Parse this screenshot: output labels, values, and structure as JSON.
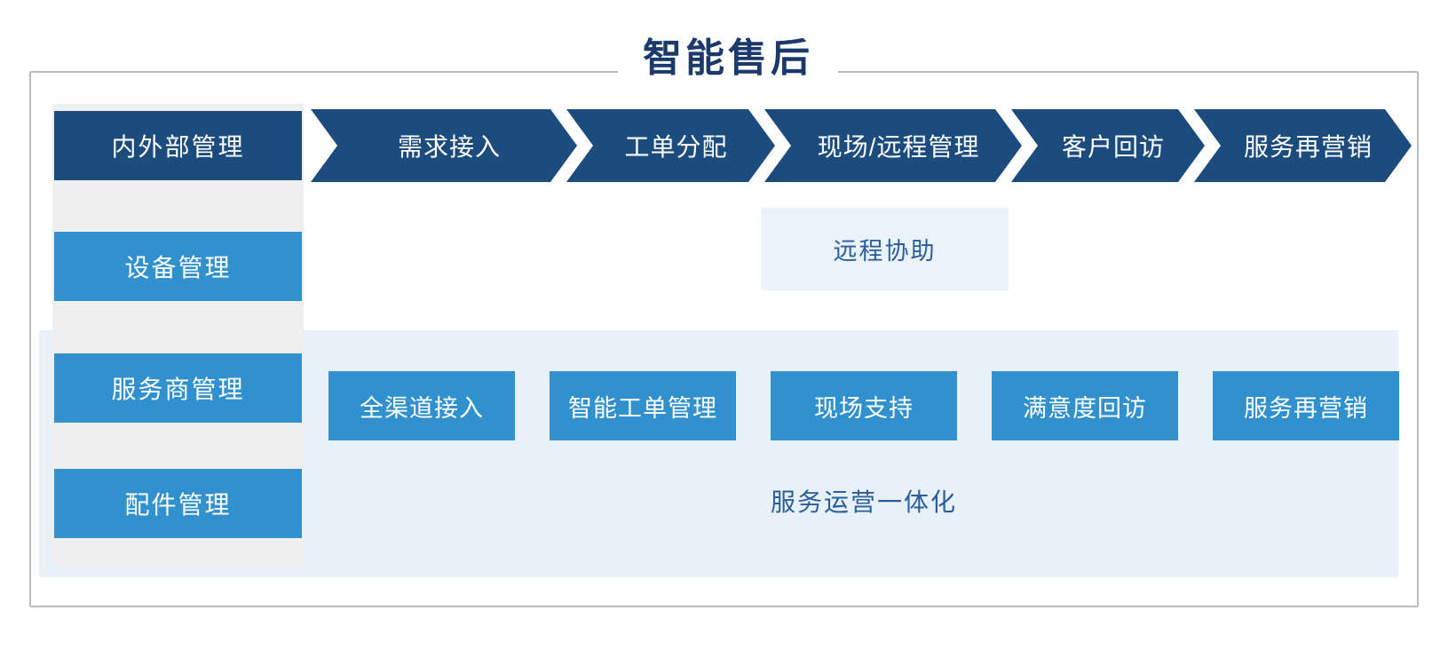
{
  "title": "智能售后",
  "sidebar": {
    "items": [
      {
        "label": "内外部管理",
        "variant": "dark"
      },
      {
        "label": "设备管理",
        "variant": "light"
      },
      {
        "label": "服务商管理",
        "variant": "light"
      },
      {
        "label": "配件管理",
        "variant": "light"
      }
    ]
  },
  "flow": {
    "steps": [
      {
        "label": "需求接入"
      },
      {
        "label": "工单分配"
      },
      {
        "label": "现场/远程管理"
      },
      {
        "label": "客户回访"
      },
      {
        "label": "服务再营销"
      }
    ]
  },
  "callout": {
    "label": "远程协助"
  },
  "bottom_band": {
    "boxes": [
      {
        "label": "全渠道接入"
      },
      {
        "label": "智能工单管理"
      },
      {
        "label": "现场支持"
      },
      {
        "label": "满意度回访"
      },
      {
        "label": "服务再营销"
      }
    ],
    "caption": "服务运营一体化"
  },
  "colors": {
    "dark_navy": "#1c4b7e",
    "medium_blue": "#3191ce",
    "band_light_blue": "#e8f1fa",
    "callout_light_blue": "#eaf3fc",
    "caption_text_blue": "#2a5d9c",
    "title_navy": "#1b3a6b",
    "sidebar_gray": "#efefef",
    "panel_border_gray": "#b9bcbe"
  }
}
